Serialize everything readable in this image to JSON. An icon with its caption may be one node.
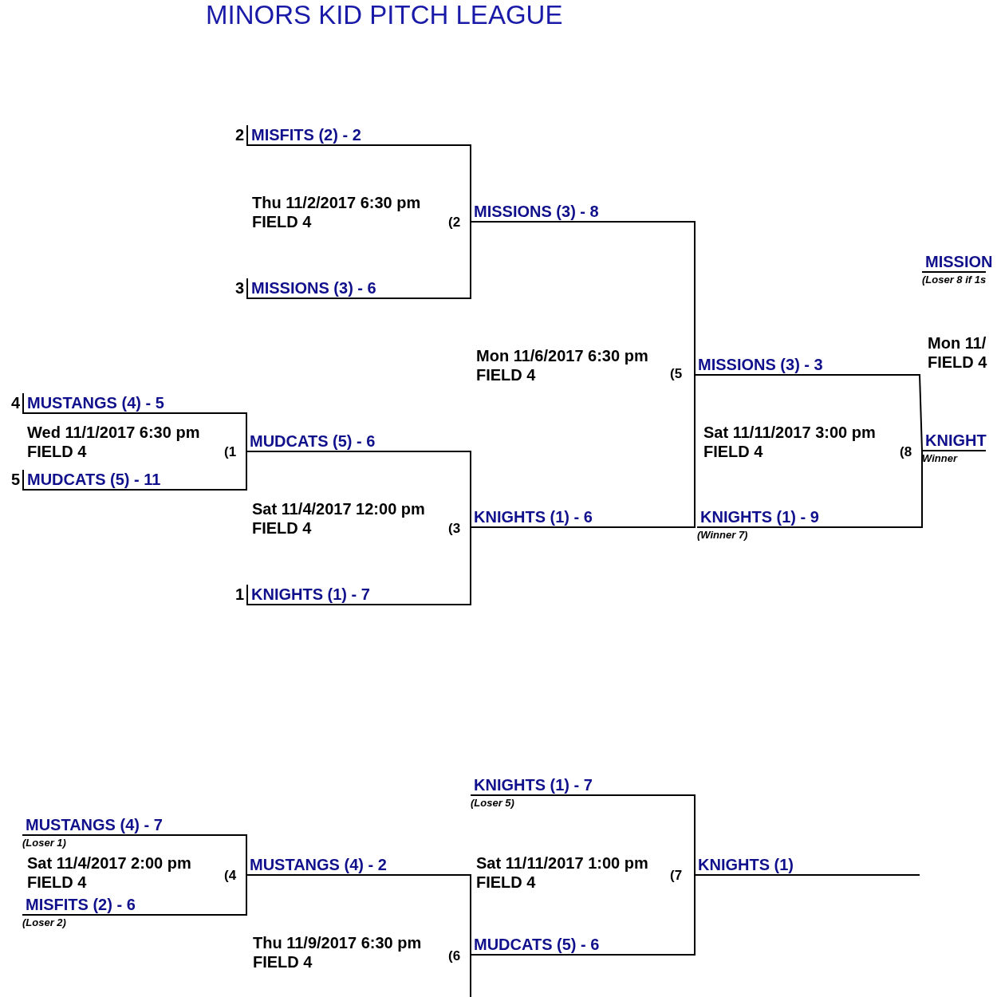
{
  "diagram": {
    "title": "MINORS KID PITCH LEAGUE",
    "nodes": [
      {
        "text": [
          "MISFITS (2) - 2"
        ],
        "beside": [
          "2"
        ]
      },
      {
        "text": [
          "MISSIONS (3) - 8"
        ]
      },
      {
        "text": [
          "MISSION"
        ],
        "beside": [
          "(Loser 8 if 1s"
        ]
      },
      {
        "text": [
          "MISSIONS (3) - 6"
        ],
        "beside": [
          "3"
        ]
      },
      {
        "text": [
          "MISSIONS (3) - 3"
        ]
      },
      {
        "text": [
          "MUSTANGS (4) - 5"
        ],
        "beside": [
          "4"
        ]
      },
      {
        "text": [
          "MUDCATS (5) - 6"
        ]
      },
      {
        "text": [
          "KNIGHT"
        ],
        "beside": [
          "Winner"
        ]
      },
      {
        "text": [
          "MUDCATS (5) - 11"
        ],
        "beside": [
          "5"
        ]
      },
      {
        "text": [
          "KNIGHTS (1) - 6"
        ]
      },
      {
        "text": [
          "KNIGHTS (1) - 9"
        ],
        "beside": [
          "(Winner 7)"
        ]
      },
      {
        "text": [
          "KNIGHTS (1) - 7"
        ],
        "beside": [
          "1"
        ]
      },
      {
        "text": [
          "KNIGHTS (1) - 7"
        ],
        "beside": [
          "(Loser 5)"
        ]
      },
      {
        "text": [
          "MUSTANGS (4) - 7"
        ],
        "beside": [
          "(Loser 1)"
        ]
      },
      {
        "text": [
          "MUSTANGS (4) - 2"
        ]
      },
      {
        "text": [
          "KNIGHTS (1)"
        ]
      },
      {
        "text": [
          "MISFITS (2) - 6"
        ],
        "beside": [
          "(Loser 2)"
        ]
      },
      {
        "text": [
          "MUDCATS (5) - 6"
        ]
      }
    ],
    "edges": [
      {
        "from": 0,
        "to": 1,
        "arrow": "none"
      },
      {
        "from": 3,
        "to": 1,
        "arrow": "none"
      },
      {
        "from": 5,
        "to": 6,
        "arrow": "none"
      },
      {
        "from": 8,
        "to": 6,
        "arrow": "none"
      },
      {
        "from": 6,
        "to": 9,
        "arrow": "none"
      },
      {
        "from": 11,
        "to": 9,
        "arrow": "none"
      },
      {
        "from": 1,
        "to": 4,
        "arrow": "none"
      },
      {
        "from": 9,
        "to": 4,
        "arrow": "none"
      },
      {
        "from": 4,
        "to": 7,
        "arrow": "none"
      },
      {
        "from": 10,
        "to": 7,
        "arrow": "none"
      },
      {
        "from": 13,
        "to": 14,
        "arrow": "none"
      },
      {
        "from": 16,
        "to": 14,
        "arrow": "none"
      },
      {
        "from": 14,
        "to": 17,
        "arrow": "none"
      },
      {
        "from": null,
        "to": 17,
        "arrow": "none"
      },
      {
        "from": 12,
        "to": 15,
        "arrow": "none"
      },
      {
        "from": 17,
        "to": 15,
        "arrow": "none"
      }
    ],
    "labels": [
      "Thu 11/2/2017 6:30 pm",
      "FIELD 4",
      "(2",
      "Mon 11/",
      "FIELD 4",
      "Mon 11/6/2017 6:30 pm",
      "FIELD 4",
      "(5",
      "Wed 11/1/2017 6:30 pm",
      "FIELD 4",
      "(1",
      "Sat 11/11/2017 3:00 pm",
      "FIELD 4",
      "(8",
      "Sat 11/4/2017 12:00 pm",
      "FIELD 4",
      "(3",
      "Sat 11/4/2017 2:00 pm",
      "FIELD 4",
      "(4",
      "Sat 11/11/2017 1:00 pm",
      "FIELD 4",
      "(7",
      "Thu 11/9/2017 6:30 pm",
      "FIELD 4",
      "(6"
    ]
  }
}
